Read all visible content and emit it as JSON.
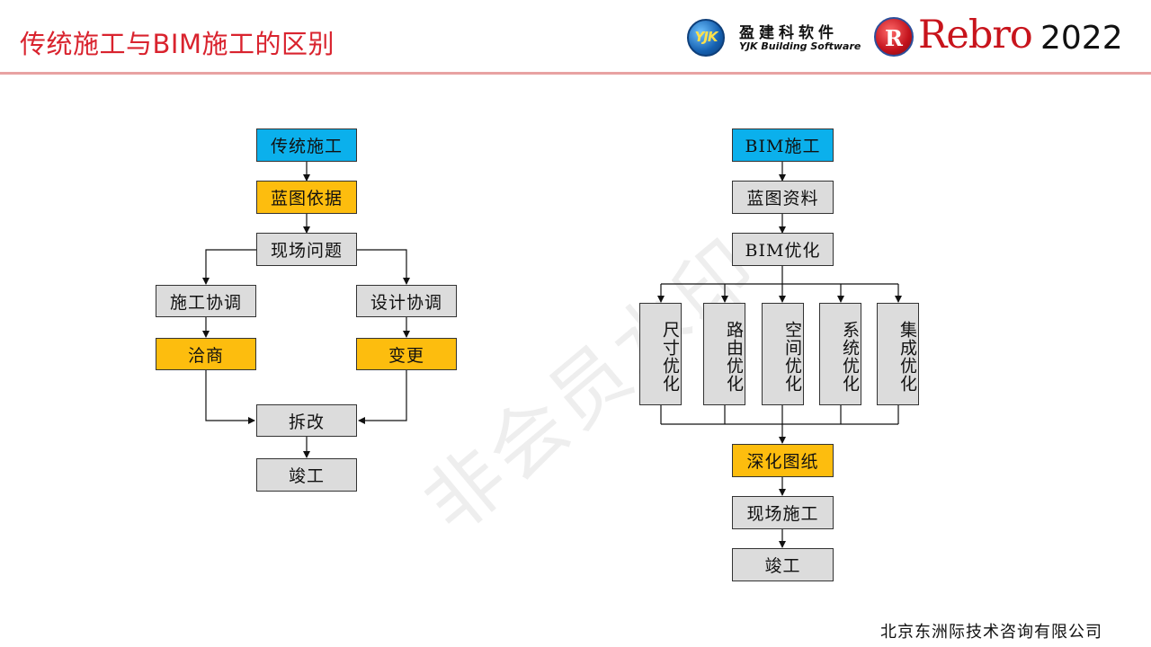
{
  "header": {
    "title": "传统施工与BIM施工的区别",
    "logo_yjk_badge": "YJK",
    "logo_yjk_cn": "盈建科软件",
    "logo_yjk_en": "YJK Building Software",
    "logo_rebro_word": "Rebro",
    "logo_rebro_year": "2022",
    "title_color": "#d9232e",
    "rule_color": "#e8a2a2"
  },
  "watermark": "非会员水印",
  "left_flow": {
    "start": "传统施工",
    "basis": "蓝图依据",
    "issue": "现场问题",
    "coord_construction": "施工协调",
    "coord_design": "设计协调",
    "negotiate": "洽商",
    "change": "变更",
    "rework": "拆改",
    "complete": "竣工"
  },
  "right_flow": {
    "start": "BIM施工",
    "blueprint": "蓝图资料",
    "optimize": "BIM优化",
    "branches": [
      "尺寸优化",
      "路由优化",
      "空间优化",
      "系统优化",
      "集成优化"
    ],
    "deepen": "深化图纸",
    "onsite": "现场施工",
    "complete": "竣工"
  },
  "colors": {
    "blue": "#0bb0ec",
    "orange": "#fdbd0e",
    "grey": "#dcdcdc"
  },
  "footer": "北京东洲际技术咨询有限公司"
}
